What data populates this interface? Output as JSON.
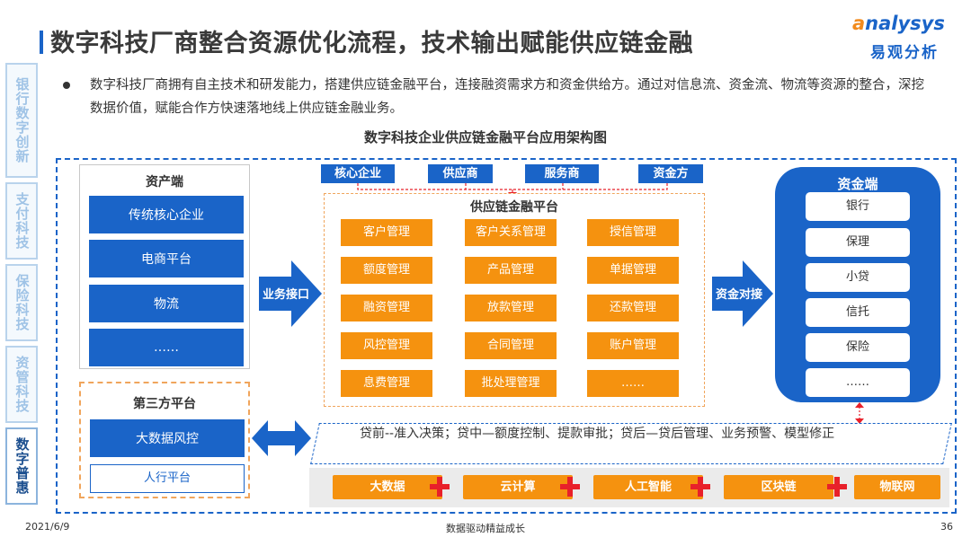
{
  "header": {
    "title": "数字科技厂商整合资源优化流程，技术输出赋能供应链金融",
    "logo_en_first": "a",
    "logo_en_rest": "nalysys",
    "logo_cn": "易观分析"
  },
  "side_tabs": [
    {
      "label": "银行数字创新",
      "active": false
    },
    {
      "label": "支付科技",
      "active": false
    },
    {
      "label": "保险科技",
      "active": false
    },
    {
      "label": "资管科技",
      "active": false
    },
    {
      "label": "数字普惠",
      "active": true
    }
  ],
  "bullet": "数字科技厂商拥有自主技术和研发能力，搭建供应链金融平台，连接融资需求方和资金供给方。通过对信息流、资金流、物流等资源的整合，深挖数据价值，赋能合作方快速落地线上供应链金融业务。",
  "diagram": {
    "title": "数字科技企业供应链金融平台应用架构图",
    "asset": {
      "heading": "资产端",
      "items": [
        "传统核心企业",
        "电商平台",
        "物流",
        "……"
      ]
    },
    "third_party": {
      "heading": "第三方平台",
      "main": "大数据风控",
      "sub": "人行平台"
    },
    "arrows": {
      "business": "业务接口",
      "fund": "资金对接"
    },
    "participants": [
      "核心企业",
      "供应商",
      "服务商",
      "资金方"
    ],
    "platform": {
      "heading": "供应链金融平台",
      "modules": [
        "客户管理",
        "客户关系管理",
        "授信管理",
        "额度管理",
        "产品管理",
        "单据管理",
        "融资管理",
        "放款管理",
        "还款管理",
        "风控管理",
        "合同管理",
        "账户管理",
        "息费管理",
        "批处理管理",
        "……"
      ]
    },
    "fund_side": {
      "heading": "资金端",
      "items": [
        "银行",
        "保理",
        "小贷",
        "信托",
        "保险",
        "……"
      ]
    },
    "process": "贷前--准入决策；贷中—额度控制、提款审批；贷后—贷后管理、业务预警、模型修正",
    "tech": [
      "大数据",
      "云计算",
      "人工智能",
      "区块链",
      "物联网"
    ]
  },
  "footer": {
    "date": "2021/6/9",
    "slogan": "数据驱动精益成长",
    "page": "36"
  },
  "colors": {
    "brand_blue": "#1a64c8",
    "orange": "#f5920f",
    "plus_red": "#e8202a"
  }
}
